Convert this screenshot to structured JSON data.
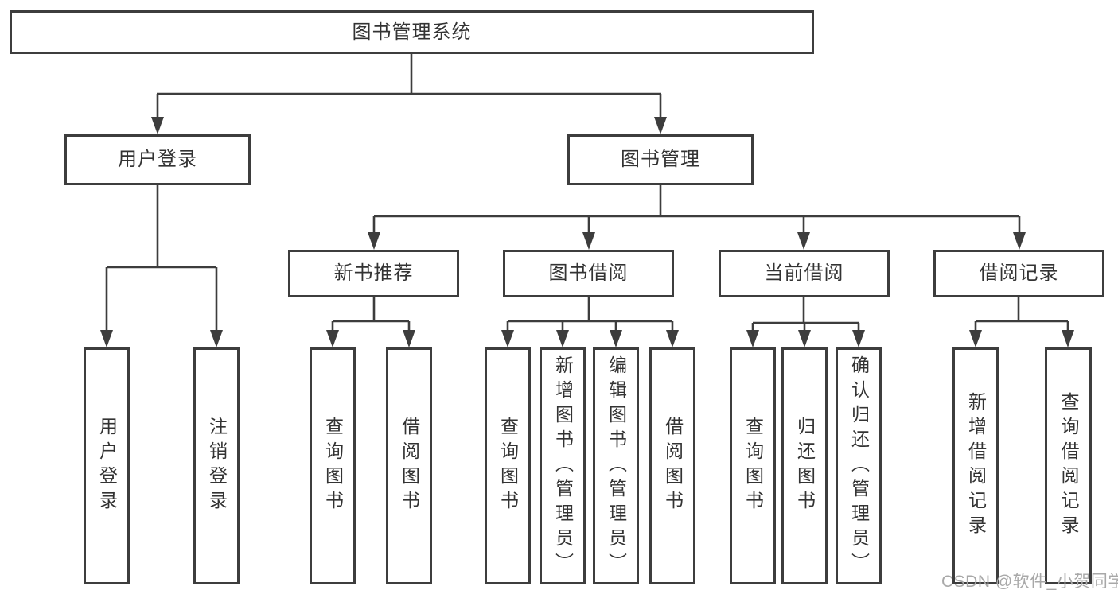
{
  "diagram": {
    "root": {
      "label": "图书管理系统"
    },
    "user_login": {
      "label": "用户登录",
      "children": [
        {
          "label": "用户登录"
        },
        {
          "label": "注销登录"
        }
      ]
    },
    "book_mgmt": {
      "label": "图书管理",
      "children": [
        {
          "label": "新书推荐",
          "children": [
            {
              "label": "查询图书"
            },
            {
              "label": "借阅图书"
            }
          ]
        },
        {
          "label": "图书借阅",
          "children": [
            {
              "label": "查询图书"
            },
            {
              "label": "新增图书（管理员）"
            },
            {
              "label": "编辑图书（管理员）"
            },
            {
              "label": "借阅图书"
            }
          ]
        },
        {
          "label": "当前借阅",
          "children": [
            {
              "label": "查询图书"
            },
            {
              "label": "归还图书"
            },
            {
              "label": "确认归还（管理员）"
            }
          ]
        },
        {
          "label": "借阅记录",
          "children": [
            {
              "label": "新增借阅记录"
            },
            {
              "label": "查询借阅记录"
            }
          ]
        }
      ]
    },
    "watermark": "CSDN @软件_小贺同学",
    "colors": {
      "line": "#3d3d3d",
      "border": "#3d3d3d",
      "text": "#333333",
      "node_fill": "#ffffff",
      "watermark": "#a8a8a8",
      "background": "#ffffff"
    }
  }
}
